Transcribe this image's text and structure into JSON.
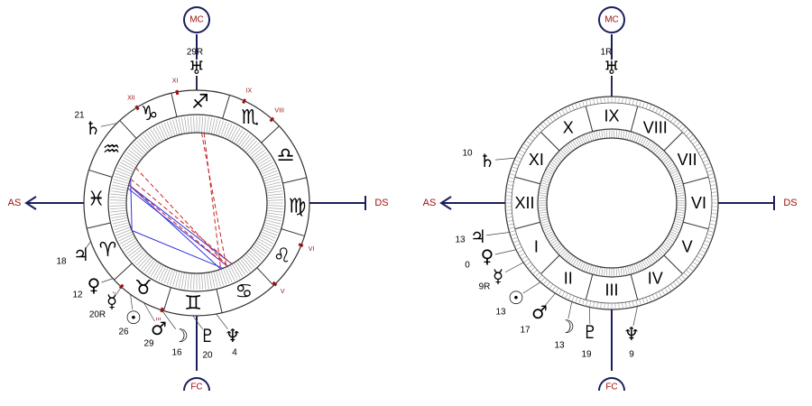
{
  "colors": {
    "ink": "#000000",
    "navy": "#1a1f5a",
    "accent": "#a01010",
    "aspect_blue": "#3333dd",
    "aspect_red": "#cc2222",
    "tick": "#999999"
  },
  "axis_labels": {
    "mc": "MC",
    "fc": "FC",
    "as": "AS",
    "ds": "DS"
  },
  "left_chart": {
    "signs": [
      {
        "name": "pisces",
        "glyph": "♓"
      },
      {
        "name": "aries",
        "glyph": "♈"
      },
      {
        "name": "taurus",
        "glyph": "♉"
      },
      {
        "name": "gemini",
        "glyph": "♊"
      },
      {
        "name": "cancer",
        "glyph": "♋"
      },
      {
        "name": "leo",
        "glyph": "♌"
      },
      {
        "name": "virgo",
        "glyph": "♍"
      },
      {
        "name": "libra",
        "glyph": "♎"
      },
      {
        "name": "scorpio",
        "glyph": "♏"
      },
      {
        "name": "sagittarius",
        "glyph": "♐"
      },
      {
        "name": "capricorn",
        "glyph": "♑"
      },
      {
        "name": "aquarius",
        "glyph": "♒"
      }
    ],
    "house_markers": [
      "XII",
      "XI",
      "IX",
      "VIII",
      "VI",
      "V",
      "III",
      "II"
    ],
    "planets": [
      {
        "name": "uranus",
        "glyph": "♅",
        "degree": "29R"
      },
      {
        "name": "saturn",
        "glyph": "♄",
        "degree": "21"
      },
      {
        "name": "jupiter",
        "glyph": "♃",
        "degree": "18"
      },
      {
        "name": "venus",
        "glyph": "♀",
        "degree": "12"
      },
      {
        "name": "mercury",
        "glyph": "☿",
        "degree": "20R"
      },
      {
        "name": "sun",
        "glyph": "☉",
        "degree": "26"
      },
      {
        "name": "mars",
        "glyph": "♂",
        "degree": "29"
      },
      {
        "name": "moon",
        "glyph": "☽",
        "degree": "16"
      },
      {
        "name": "pluto",
        "glyph": "♇",
        "degree": "20"
      },
      {
        "name": "neptune",
        "glyph": "♆",
        "degree": "4"
      }
    ]
  },
  "right_chart": {
    "houses": [
      "I",
      "II",
      "III",
      "IV",
      "V",
      "VI",
      "VII",
      "VIII",
      "IX",
      "X",
      "XI",
      "XII"
    ],
    "planets": [
      {
        "name": "uranus",
        "glyph": "♅",
        "degree": "1R"
      },
      {
        "name": "saturn",
        "glyph": "♄",
        "degree": "10"
      },
      {
        "name": "jupiter",
        "glyph": "♃",
        "degree": "13"
      },
      {
        "name": "venus",
        "glyph": "♀",
        "degree": "0"
      },
      {
        "name": "mercury",
        "glyph": "☿",
        "degree": "9R"
      },
      {
        "name": "sun",
        "glyph": "☉",
        "degree": "13"
      },
      {
        "name": "mars",
        "glyph": "♂",
        "degree": "17"
      },
      {
        "name": "moon",
        "glyph": "☽",
        "degree": "13"
      },
      {
        "name": "pluto",
        "glyph": "♇",
        "degree": "19"
      },
      {
        "name": "neptune",
        "glyph": "♆",
        "degree": "9"
      }
    ]
  }
}
